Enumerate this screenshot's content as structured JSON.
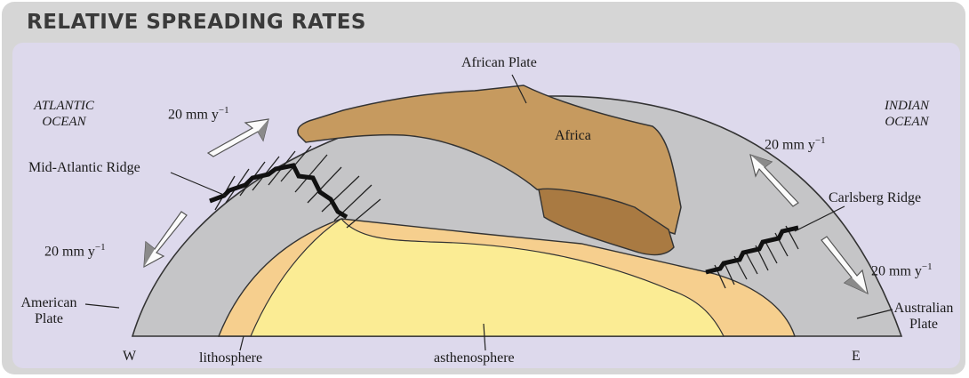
{
  "title": "RELATIVE SPREADING RATES",
  "labels": {
    "african_plate": "African Plate",
    "africa": "Africa",
    "atlantic_line1": "ATLANTIC",
    "atlantic_line2": "OCEAN",
    "indian_line1": "INDIAN",
    "indian_line2": "OCEAN",
    "rate_value": "20 mm y",
    "rate_exp": "−1",
    "mid_atlantic_ridge": "Mid-Atlantic Ridge",
    "carlsberg_ridge": "Carlsberg Ridge",
    "american_line1": "American",
    "american_line2": "Plate",
    "australian_line1": "Australian",
    "australian_line2": "Plate",
    "west": "W",
    "east": "E",
    "lithosphere": "lithosphere",
    "asthenosphere": "asthenosphere"
  },
  "colors": {
    "outer_frame": "#d6d6d6",
    "panel": "#ddd9ec",
    "ocean_lithosphere": "#c5c5c7",
    "continental_lithosphere": "#f6cf8e",
    "asthenosphere": "#fbec94",
    "continent": "#c69a5f",
    "continent_root": "#a97a42",
    "arrow": "#8a8a8a"
  }
}
